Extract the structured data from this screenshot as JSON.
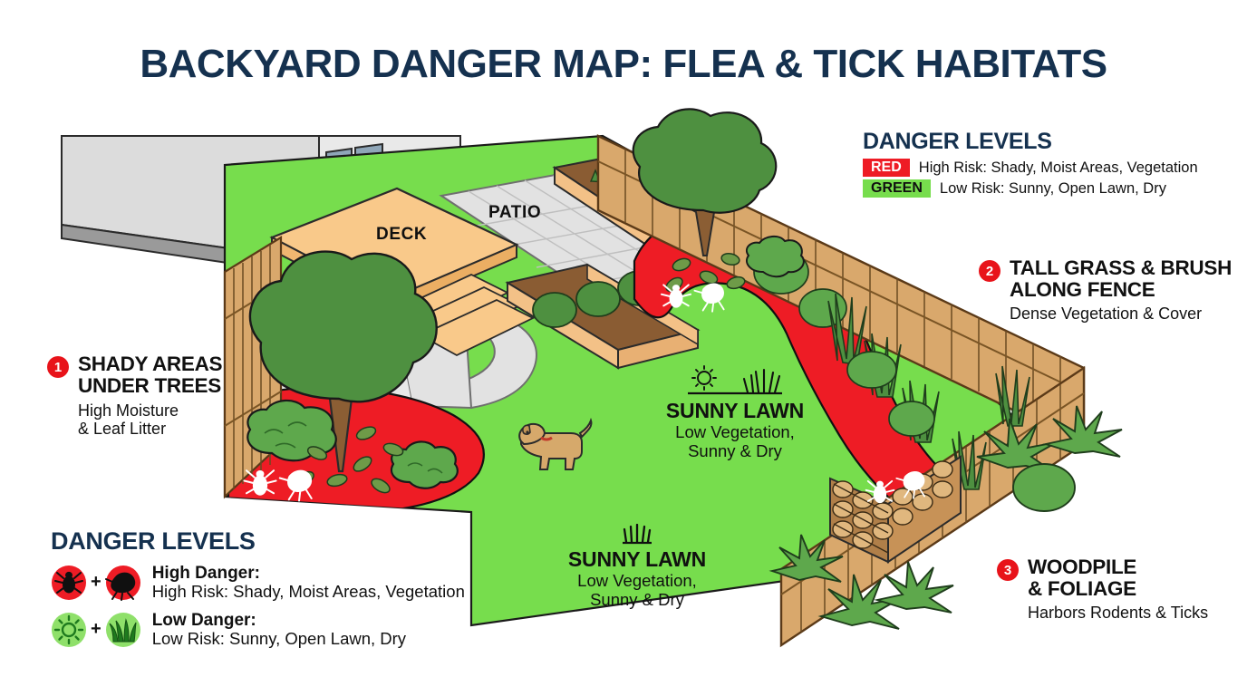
{
  "title": "BACKYARD DANGER MAP: FLEA & TICK HABITATS",
  "colors": {
    "title_navy": "#15314F",
    "danger_red": "#EE1C25",
    "safe_green": "#77DD4D",
    "fence_tan": "#D9A86C",
    "deck_tan": "#F9C98A",
    "patio_gray": "#E2E2E2",
    "tree_green": "#4E9040",
    "house_gray": "#DCDCDC",
    "dog_tan": "#D6A96B"
  },
  "legend_top": {
    "heading": "DANGER LEVELS",
    "rows": [
      {
        "chip": "RED",
        "chip_color": "#EE1C25",
        "desc": "High Risk: Shady, Moist Areas, Vegetation"
      },
      {
        "chip": "GREEN",
        "chip_color": "#77DD4D",
        "desc": "Low Risk: Sunny, Open Lawn, Dry"
      }
    ]
  },
  "legend_bottom": {
    "heading": "DANGER LEVELS",
    "rows": [
      {
        "icons": [
          "tick-icon",
          "flea-icon"
        ],
        "icon_bg": "#EE1C25",
        "plus": "+",
        "title": "High Danger:",
        "desc": "High Risk: Shady, Moist Areas, Vegetation"
      },
      {
        "icons": [
          "sun-icon",
          "grass-icon"
        ],
        "icon_bg": "#8FE06A",
        "plus": "+",
        "title": "Low Danger:",
        "desc": "Low Risk: Sunny, Open Lawn, Dry"
      }
    ]
  },
  "callouts": [
    {
      "number": "1",
      "title": "SHADY AREAS\nUNDER TREES",
      "title_line1": "SHADY AREAS",
      "title_line2": "UNDER TREES",
      "sub_line1": "High Moisture",
      "sub_line2": "& Leaf Litter"
    },
    {
      "number": "2",
      "title_line1": "TALL GRASS & BRUSH",
      "title_line2": "ALONG FENCE",
      "sub_line1": "Dense Vegetation & Cover",
      "sub_line2": ""
    },
    {
      "number": "3",
      "title_line1": "WOODPILE",
      "title_line2": "& FOLIAGE",
      "sub_line1": "Harbors Rodents & Ticks",
      "sub_line2": ""
    }
  ],
  "map_labels": {
    "lawn_upper": {
      "icons": [
        "sun-icon",
        "grass-icon"
      ],
      "title": "SUNNY LAWN",
      "sub_line1": "Low Vegetation,",
      "sub_line2": "Sunny & Dry"
    },
    "lawn_lower": {
      "icons": [
        "grass-icon"
      ],
      "title": "SUNNY LAWN",
      "sub_line1": "Low Vegetation,",
      "sub_line2": "Sunny & Dry"
    },
    "deck": "DECK",
    "patio": "PATIO"
  },
  "scene_objects": [
    "house",
    "deck",
    "patio",
    "walkway",
    "planter-box-upper",
    "planter-box-lower",
    "fence-left",
    "fence-right",
    "tree-left",
    "tree-right",
    "bushes",
    "tall-grass-clumps",
    "woodpile",
    "foliage-plants",
    "dog",
    "red-zone-left",
    "red-zone-right",
    "green-lawn",
    "tick-marker",
    "flea-marker",
    "fallen-leaves"
  ]
}
